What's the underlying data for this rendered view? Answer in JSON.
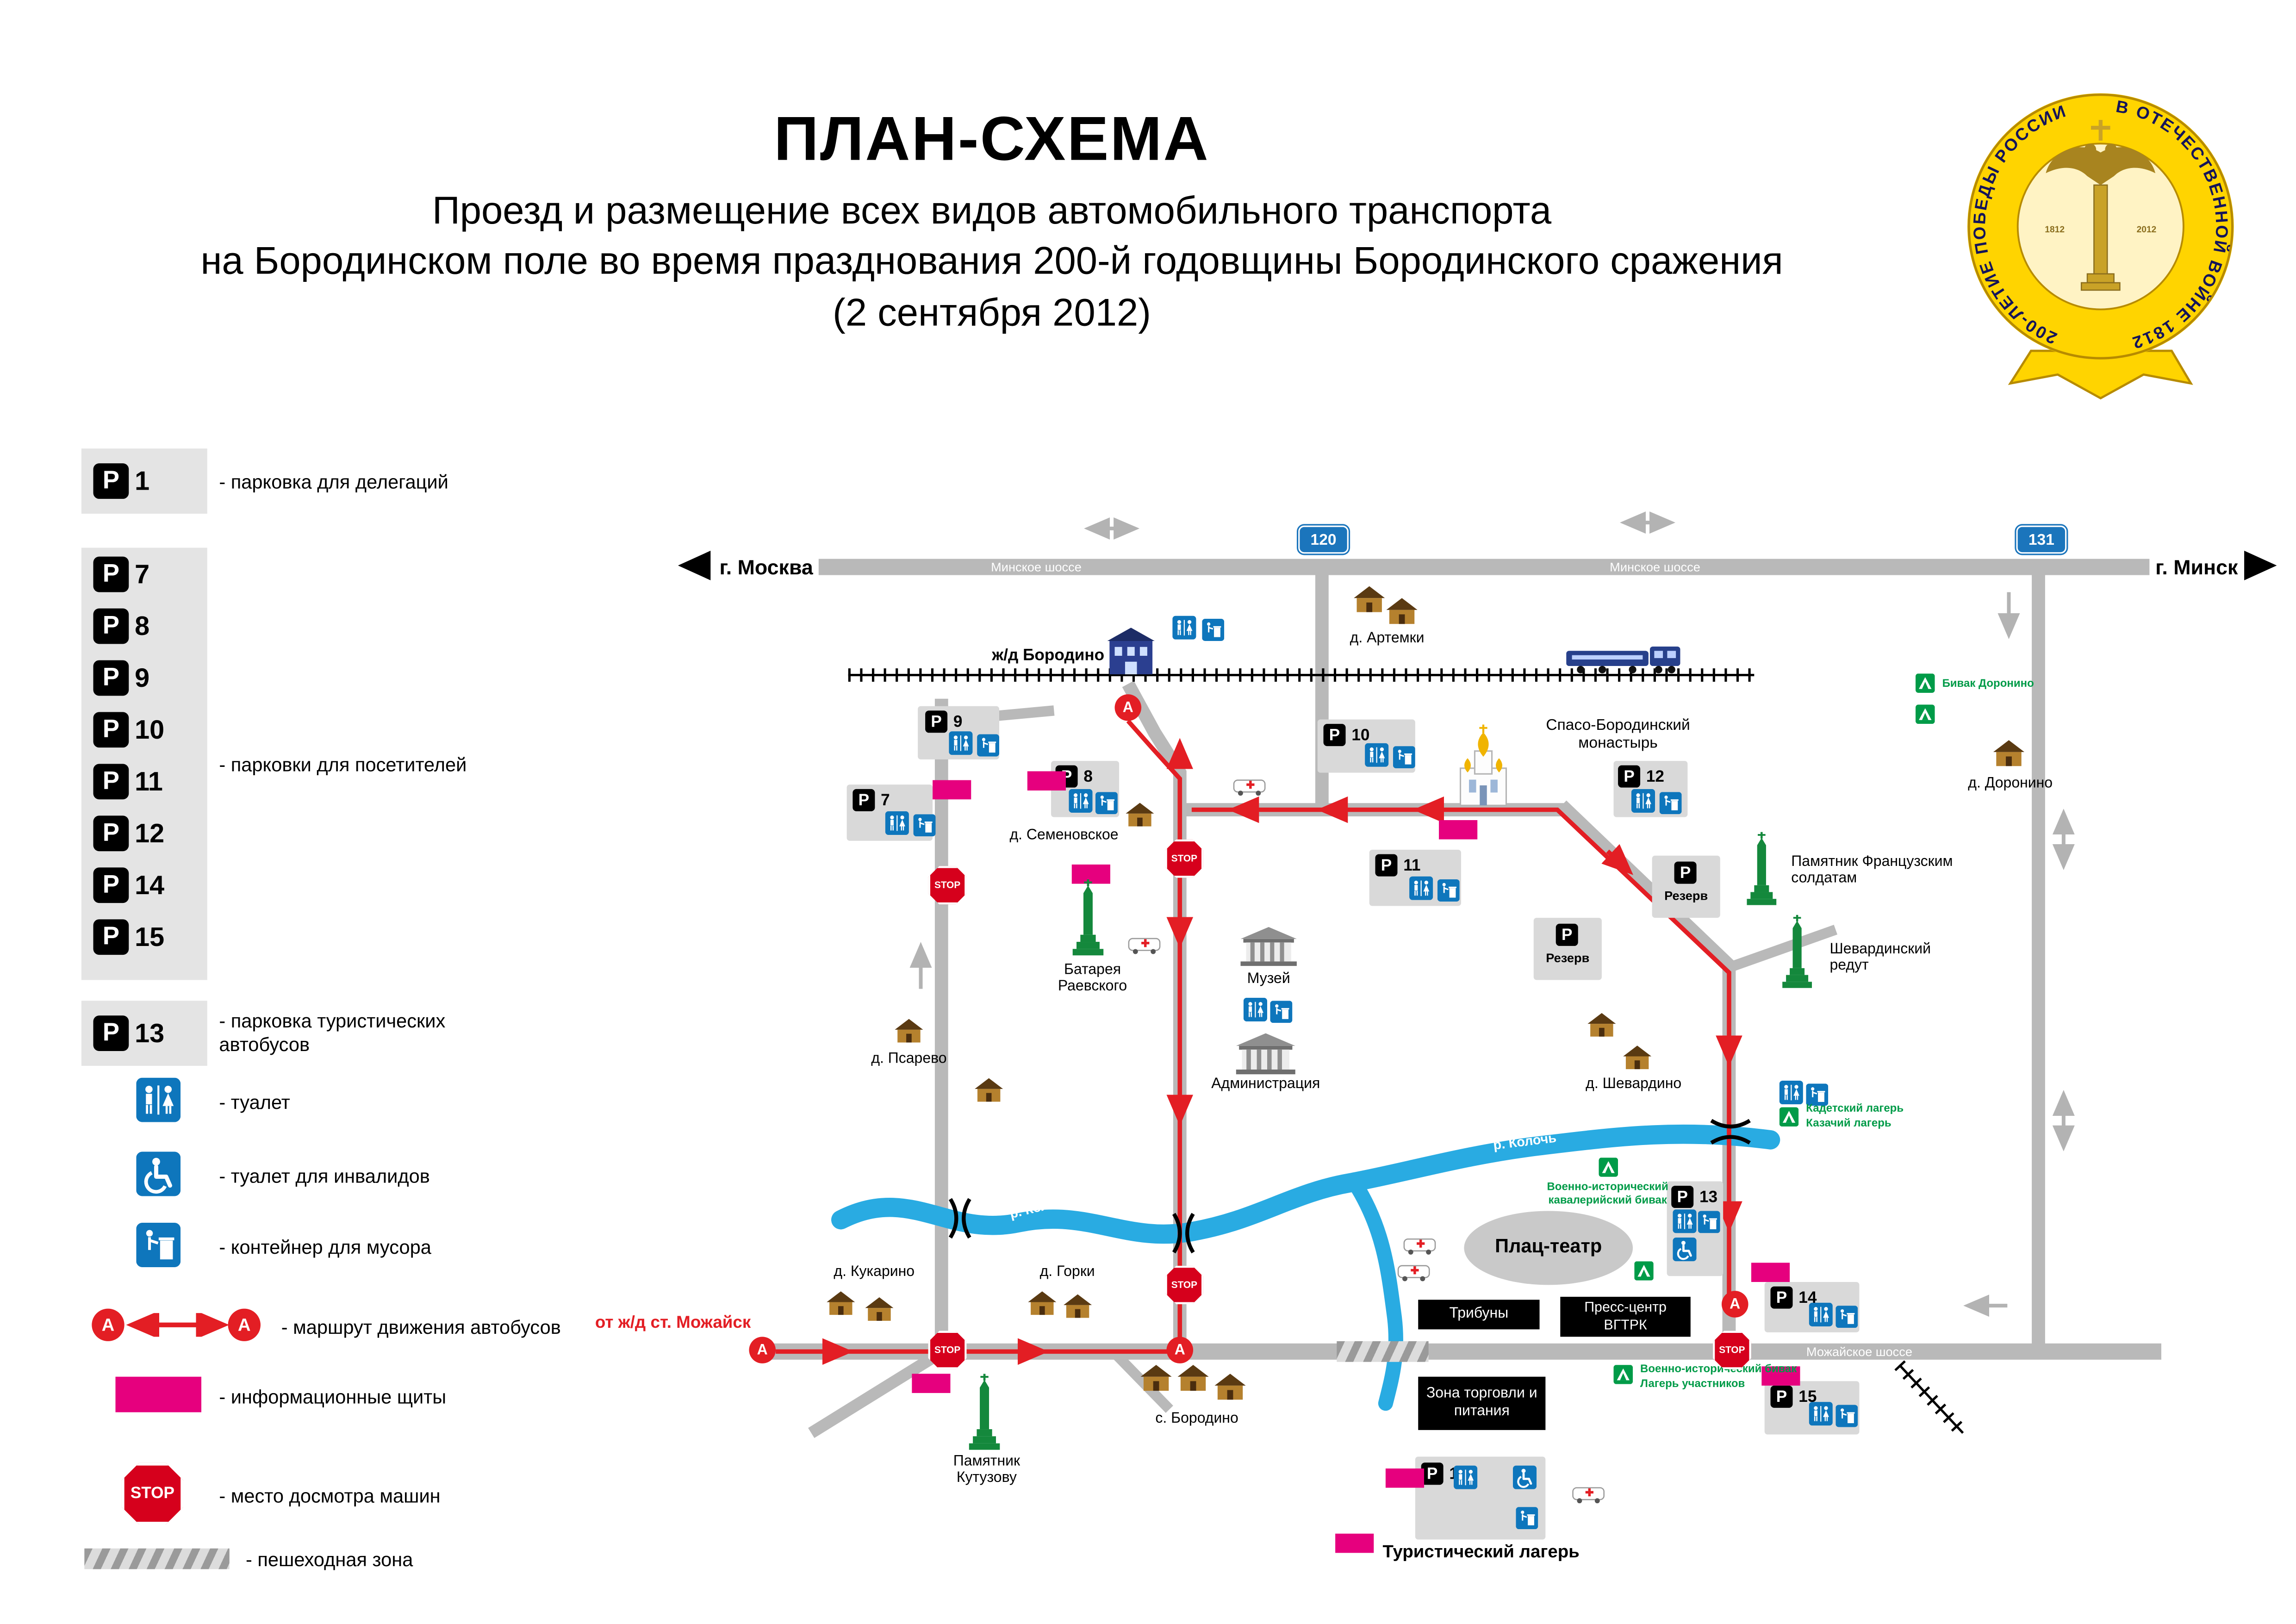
{
  "title": {
    "main": "ПЛАН-СХЕМА",
    "line1": "Проезд и размещение всех видов автомобильного транспорта",
    "line2": "на Бородинском поле во время празднования 200-й годовщины Бородинского сражения",
    "line3": "(2 сентября 2012)"
  },
  "emblem": {
    "arc_left": "200-ЛЕТИЕ ПОБЕДЫ РОССИИ",
    "arc_right": "В ОТЕЧЕСТВЕННОЙ ВОЙНЕ 1812",
    "year_left": "1812",
    "year_right": "2012"
  },
  "glyphs": {
    "p": "P",
    "a": "A",
    "stop": "STOP"
  },
  "legend": {
    "delegations": {
      "num": "1",
      "label": "- парковка для делегаций"
    },
    "visitors": {
      "nums": [
        "7",
        "8",
        "9",
        "10",
        "11",
        "12",
        "14",
        "15"
      ],
      "label": "- парковки для посетителей"
    },
    "tourist_buses": {
      "num": "13",
      "label": "- парковка туристических автобусов"
    },
    "toilet": "- туалет",
    "toilet_disabled": "- туалет для инвалидов",
    "trash": "- контейнер для мусора",
    "bus_route": "- маршрут движения автобусов",
    "info_boards": "- информационные щиты",
    "inspection": "- место досмотра машин",
    "pedestrian": "- пешеходная зона"
  },
  "map": {
    "cities": {
      "moscow": "г. Москва",
      "minsk": "г. Минск"
    },
    "roads": {
      "minskoe_w": "Минское шоссе",
      "minskoe_e": "Минское шоссе",
      "mozhayskoe": "Можайское шоссе",
      "sign_120": "120",
      "sign_131": "131",
      "from_mozhaysk": "от ж/д ст. Можайск"
    },
    "river": {
      "west": "р. Колочь",
      "east": "р. Колочь"
    },
    "station": "ж/д Бородино",
    "villages": {
      "artemki": "д. Артемки",
      "doronino": "д. Доронино",
      "semenovskoe": "д. Семеновское",
      "psarevo": "д. Псарево",
      "kukarino": "д. Кукарино",
      "gorki": "д. Горки",
      "borodino": "с. Бородино",
      "shevardino": "д. Шевардино"
    },
    "sites": {
      "monastery": "Спасо-Бородинский монастырь",
      "french_monument": "Памятник Французским солдатам",
      "shevardino_redoubt": "Шевардинский редут",
      "raevsky_battery": "Батарея Раевского",
      "kutuzov_monument": "Памятник Кутузову",
      "museum": "Музей",
      "administration": "Администрация",
      "plats_theatre": "Плац-театр",
      "tribunes": "Трибуны",
      "press_centre": "Пресс-центр ВГТРК",
      "trade_zone": "Зона торговли и питания",
      "tourist_camp": "Туристический лагерь"
    },
    "camps": {
      "bivak_doronino": "Бивак Доронино",
      "kadet": "Кадетский лагерь",
      "kazachiy": "Казачий лагерь",
      "cavalry": "Военно-исторический кавалерийский бивак",
      "military": "Военно-исторический бивак",
      "participants": "Лагерь участников"
    },
    "parkings": {
      "p1": "1",
      "p7": "7",
      "p8": "8",
      "p9": "9",
      "p10": "10",
      "p11": "11",
      "p12": "12",
      "p13": "13",
      "p14": "14",
      "p15": "15",
      "reserve1": "Резерв",
      "reserve2": "Резерв"
    }
  }
}
